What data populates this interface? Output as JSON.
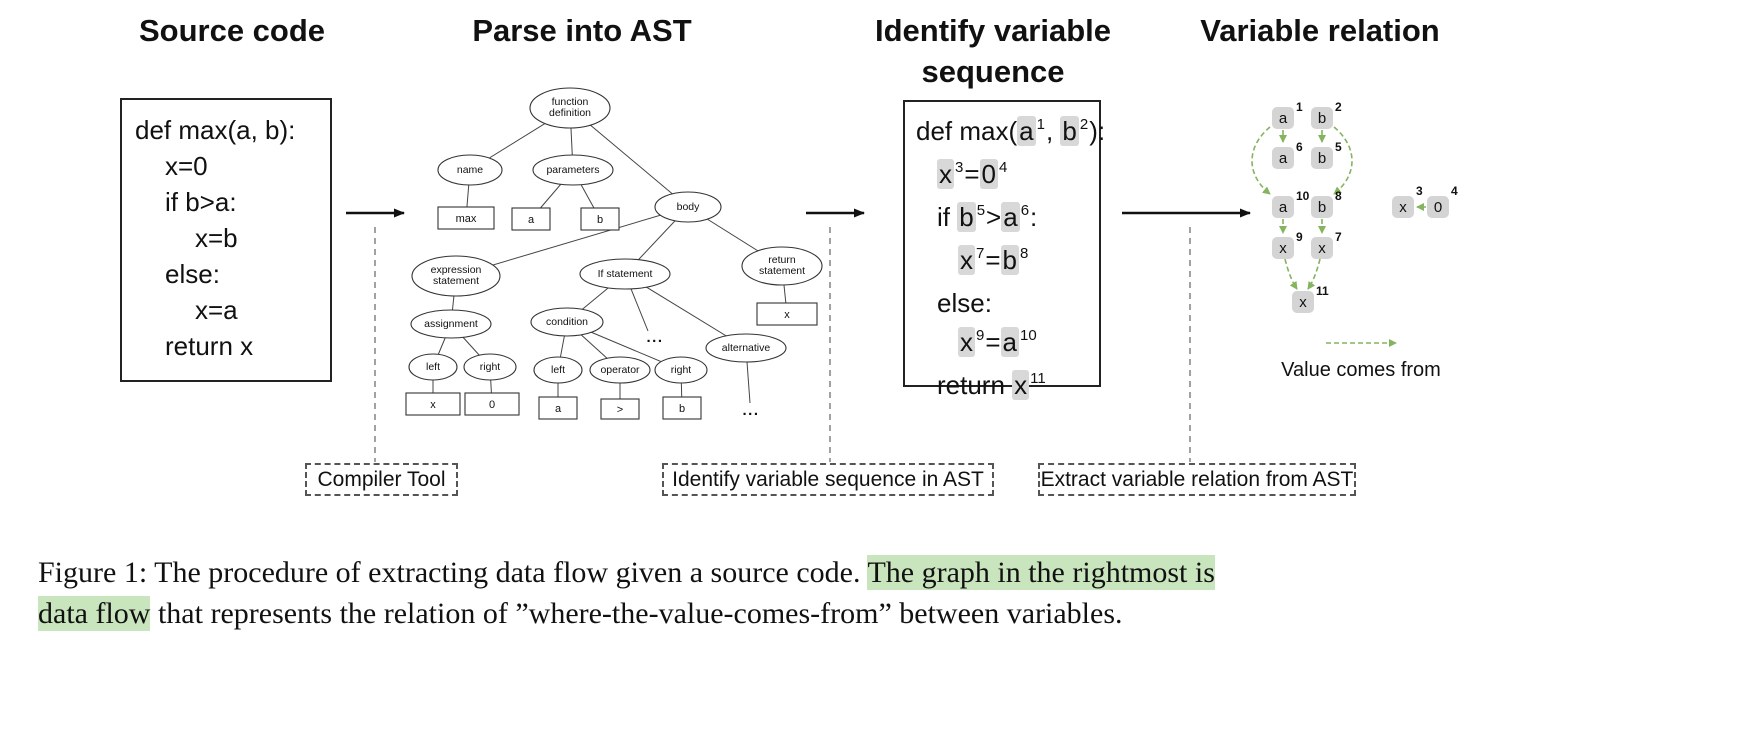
{
  "titles": {
    "source_code": "Source code",
    "ast": "Parse into AST",
    "var_seq": "Identify variable sequence",
    "var_rel": "Variable relation"
  },
  "source_code": {
    "lines": [
      "def max(a, b):",
      "x=0",
      "if b>a:",
      "x=b",
      "else:",
      "x=a",
      "return x"
    ]
  },
  "ast": {
    "function_def": [
      "function",
      "definition"
    ],
    "name": "name",
    "parameters": "parameters",
    "body": "body",
    "max": "max",
    "param_a": "a",
    "param_b": "b",
    "expr_stmt": [
      "expression",
      "statement"
    ],
    "if_stmt": "If statement",
    "return_stmt": [
      "return",
      "statement"
    ],
    "assignment": "assignment",
    "condition": "condition",
    "return_x": "x",
    "left1": "left",
    "right1": "right",
    "left2": "left",
    "operator": "operator",
    "right2": "right",
    "alternative": "alternative",
    "leaf_x": "x",
    "leaf_0": "0",
    "leaf_a": "a",
    "leaf_gt": ">",
    "leaf_b": "b",
    "ellipsis": "..."
  },
  "var_seq": {
    "l1": [
      "def max(",
      "a",
      "1",
      ", ",
      "b",
      "2",
      "):"
    ],
    "l2": [
      "x",
      "3",
      "=",
      "0",
      "4"
    ],
    "l3": [
      "if ",
      "b",
      "5",
      ">",
      "a",
      "6",
      ":"
    ],
    "l4": [
      "x",
      "7",
      "=",
      "b",
      "8"
    ],
    "l5": [
      "else:"
    ],
    "l6": [
      "x",
      "9",
      "=",
      "a",
      "10"
    ],
    "l7": [
      "return ",
      "x",
      "11"
    ]
  },
  "var_rel": {
    "legend": "Value comes from",
    "nodes": [
      {
        "label": "a",
        "num": "1"
      },
      {
        "label": "b",
        "num": "2"
      },
      {
        "label": "a",
        "num": "6"
      },
      {
        "label": "b",
        "num": "5"
      },
      {
        "label": "a",
        "num": "10"
      },
      {
        "label": "b",
        "num": "8"
      },
      {
        "label": "x",
        "num": "9"
      },
      {
        "label": "x",
        "num": "7"
      },
      {
        "label": "x",
        "num": "11"
      },
      {
        "label": "x",
        "num": "3"
      },
      {
        "label": "0",
        "num": "4"
      }
    ]
  },
  "process_boxes": {
    "compiler": "Compiler Tool",
    "identify": "Identify variable sequence in AST",
    "extract": "Extract variable relation from AST"
  },
  "caption": {
    "line1_plain": "Figure 1: The procedure of extracting data flow given a source code. ",
    "line1_highlight": "The graph in the rightmost is",
    "line2_highlight": "data flow",
    "line2_plain": " that represents the relation of ”where-the-value-comes-from” between variables."
  },
  "colors": {
    "flow_green": "#84b45e",
    "token_gray": "#d8d8d8",
    "caption_highlight": "#c9e5bd"
  }
}
